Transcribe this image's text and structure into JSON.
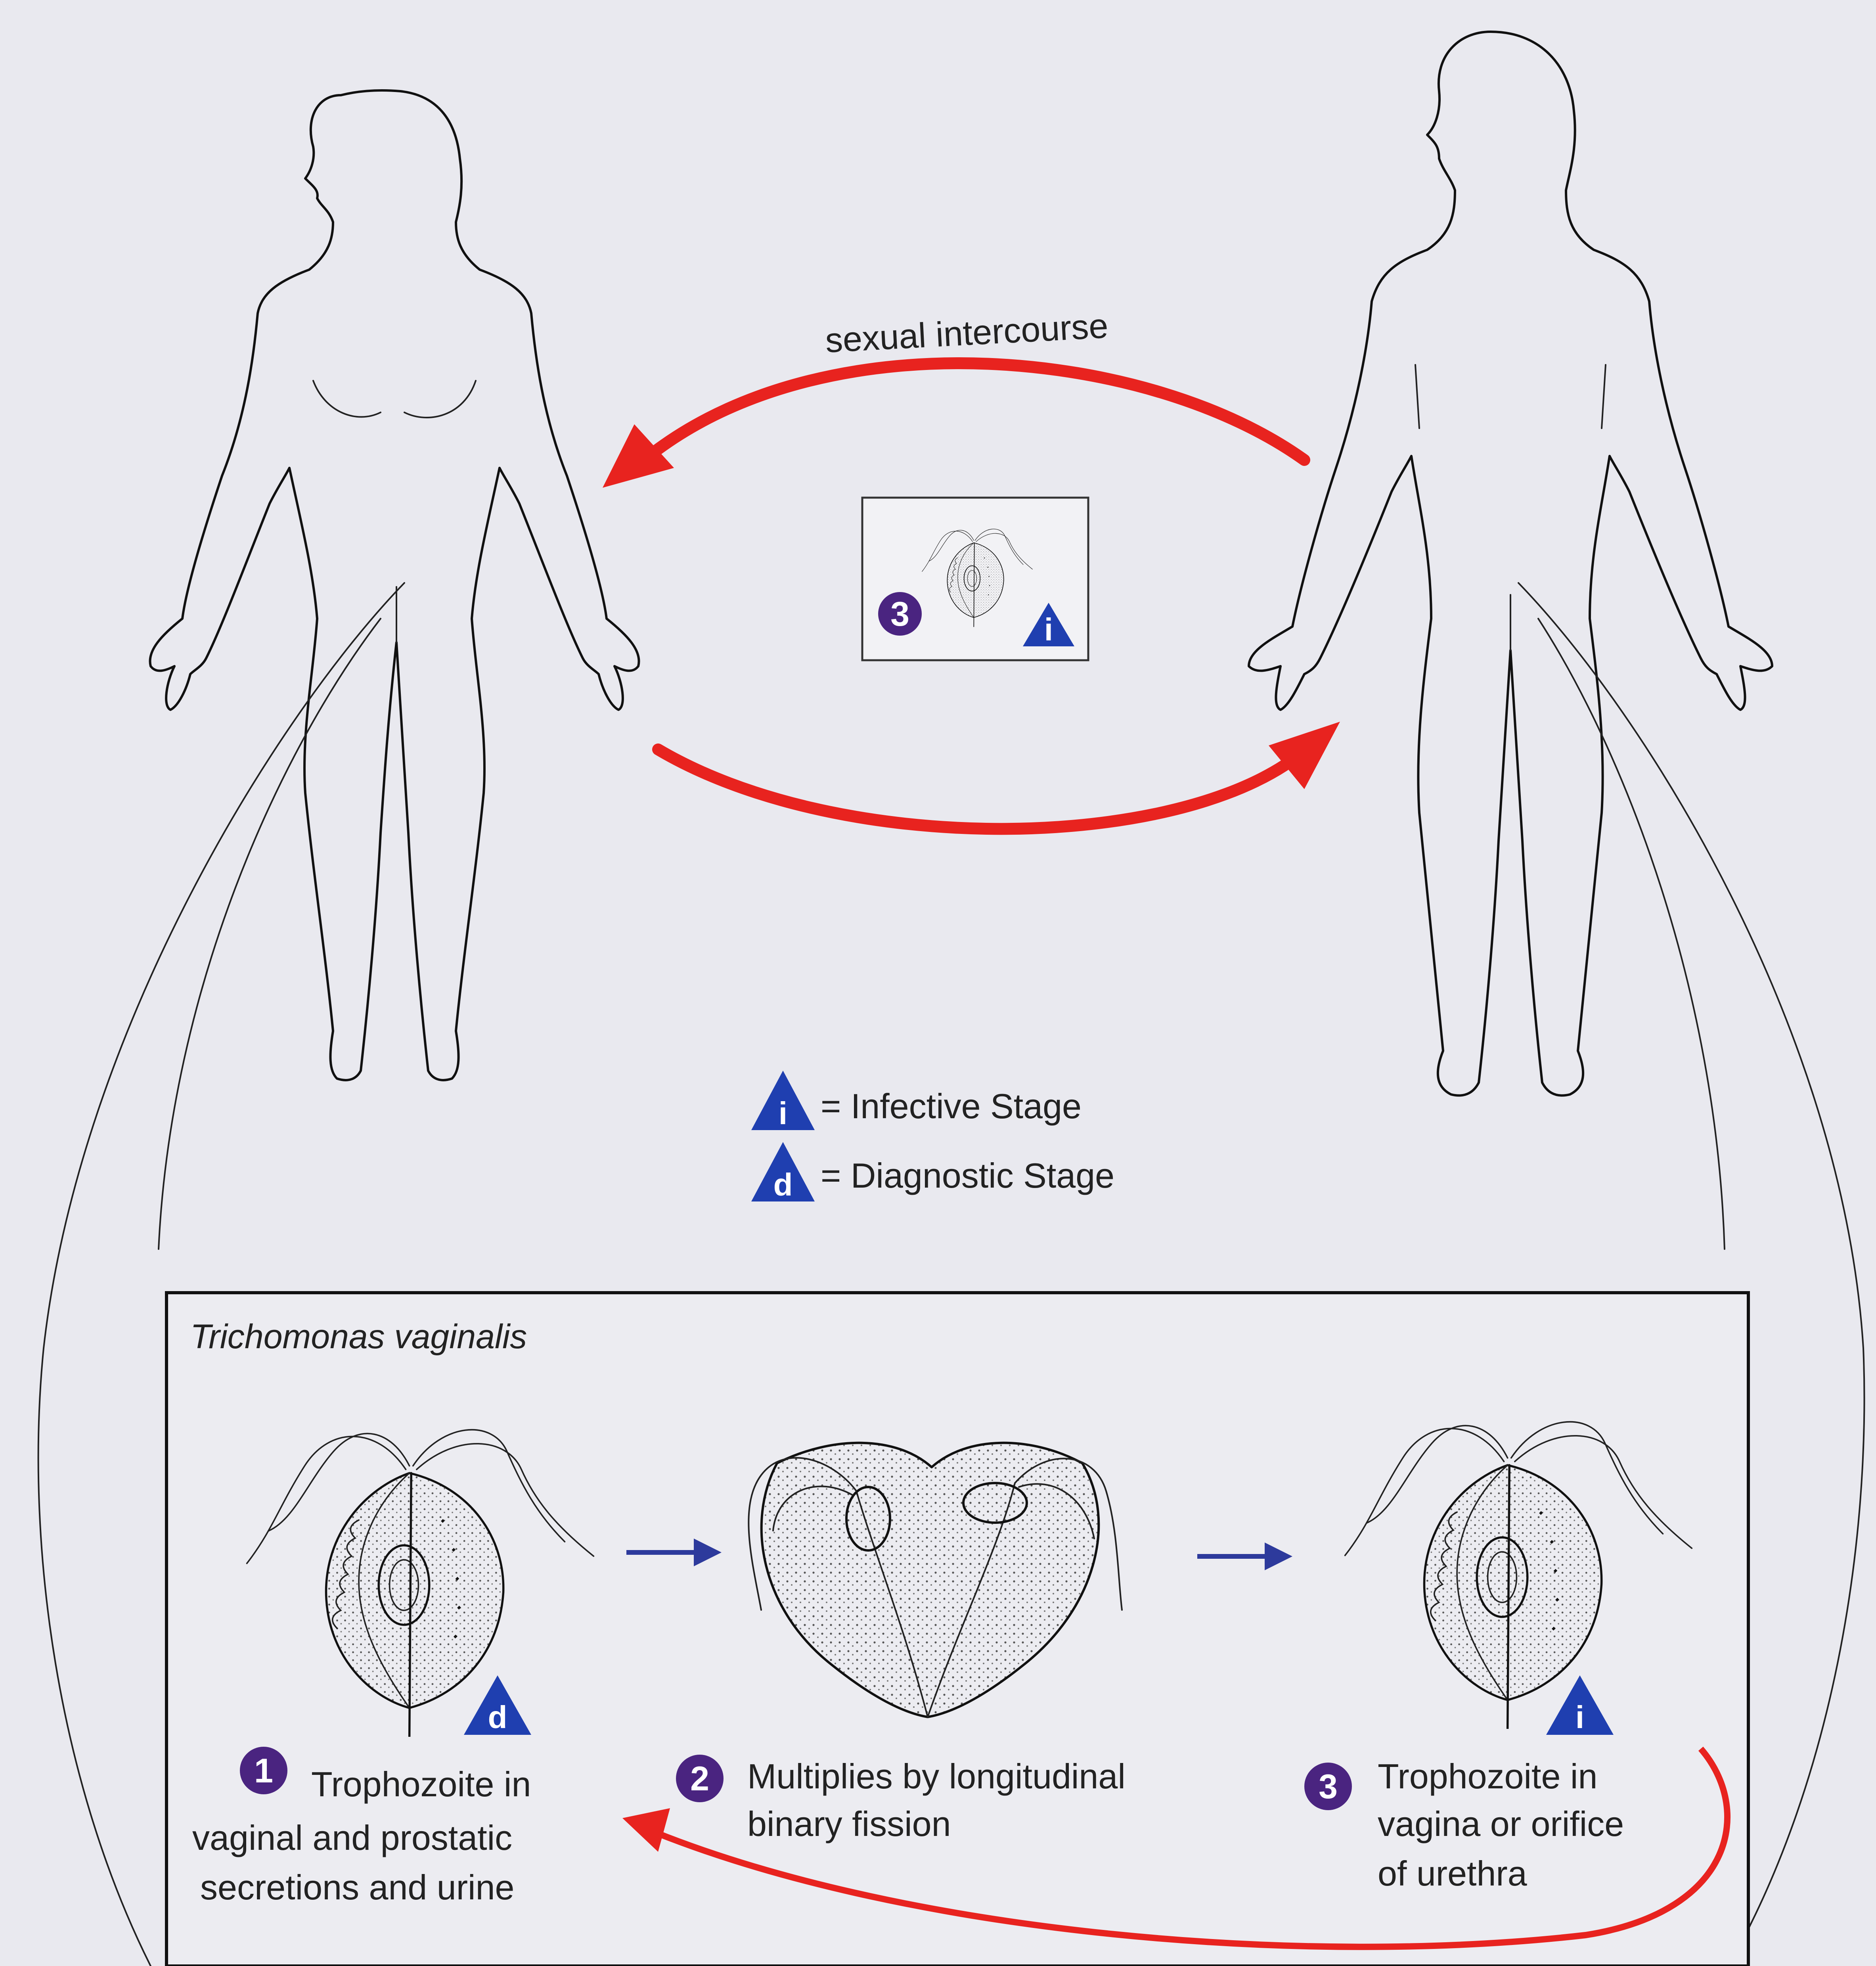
{
  "arrow_label": "sexual intercourse",
  "legend": {
    "infective_symbol": "i",
    "infective_label": "= Infective Stage",
    "diagnostic_symbol": "d",
    "diagnostic_label": "= Diagnostic Stage"
  },
  "thumbnail": {
    "step_number": "3",
    "stage_symbol": "i"
  },
  "box_title": "Trichomonas vaginalis",
  "steps": [
    {
      "number": "1",
      "stage_symbol": "d",
      "lines": [
        "Trophozoite in",
        "vaginal and prostatic",
        "secretions and urine"
      ]
    },
    {
      "number": "2",
      "lines": [
        "Multiplies by longitudinal",
        "binary fission"
      ]
    },
    {
      "number": "3",
      "stage_symbol": "i",
      "lines": [
        "Trophozoite in",
        "vagina or orifice",
        "of urethra"
      ]
    }
  ],
  "colors": {
    "transmission_arrow": "#e8231f",
    "step_arrow": "#2d3a9c",
    "step_badge": "#4a2480",
    "stage_triangle": "#1f3fb0",
    "background": "#e9e9ef"
  },
  "icons": [
    "female-figure",
    "male-figure",
    "trophozoite-illustration",
    "stage-triangle-icon",
    "step-number-badge"
  ]
}
